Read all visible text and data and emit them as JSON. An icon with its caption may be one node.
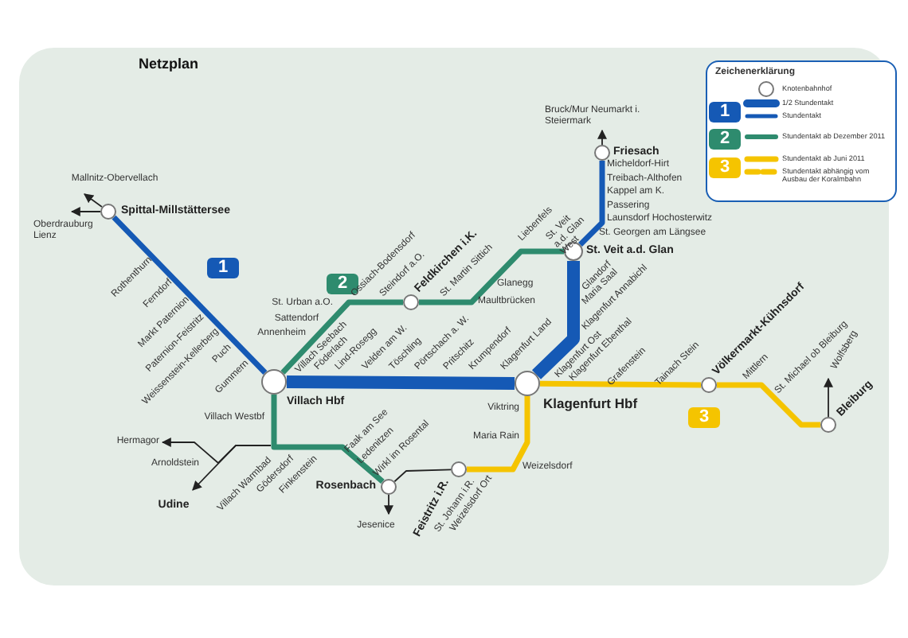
{
  "diagram": {
    "title": "Netzplan",
    "nodes": [
      {
        "text": [
          "Spittal-Millstättersee"
        ]
      },
      {
        "text": [
          "Villach Hbf"
        ]
      },
      {
        "text": [
          "Feldkirchen i.K."
        ]
      },
      {
        "text": [
          "St. Veit a.d. Glan"
        ]
      },
      {
        "text": [
          "Friesach"
        ]
      },
      {
        "text": [
          "Klagenfurt Hbf"
        ]
      },
      {
        "text": [
          "Rosenbach"
        ]
      },
      {
        "text": [
          "Feistritz i.R."
        ]
      },
      {
        "text": [
          "Völkermarkt-Kühnsdorf"
        ]
      },
      {
        "text": [
          "Bleiburg"
        ]
      },
      {
        "text": [
          "Mallnitz-Obervellach"
        ]
      },
      {
        "text": [
          "Oberdrauburg Lienz"
        ]
      },
      {
        "text": [
          "Bruck/Mur Neumarkt i. Steiermark"
        ]
      },
      {
        "text": [
          "Hermagor"
        ]
      },
      {
        "text": [
          "Udine"
        ]
      },
      {
        "text": [
          "Jesenice"
        ]
      },
      {
        "text": [
          "Wolfsberg"
        ]
      },
      {
        "text": [
          "Villach Warmbad"
        ]
      }
    ],
    "edges": [
      {
        "from": 0,
        "to": 1,
        "arrow": "none",
        "color": "#1559b5"
      },
      {
        "from": 1,
        "to": 5,
        "arrow": "none",
        "style": "thick",
        "color": "#1559b5"
      },
      {
        "from": 5,
        "to": 3,
        "arrow": "none",
        "style": "thick",
        "color": "#1559b5"
      },
      {
        "from": 3,
        "to": 4,
        "arrow": "none",
        "color": "#1559b5"
      },
      {
        "from": 1,
        "to": 2,
        "arrow": "none",
        "color": "#2e8b6e"
      },
      {
        "from": 2,
        "to": 3,
        "arrow": "none",
        "color": "#2e8b6e"
      },
      {
        "from": 1,
        "to": 6,
        "arrow": "none",
        "color": "#2e8b6e"
      },
      {
        "from": 5,
        "to": 8,
        "arrow": "none",
        "color": "#f5c400"
      },
      {
        "from": 8,
        "to": 9,
        "arrow": "none",
        "color": "#f5c400"
      },
      {
        "from": 5,
        "to": 7,
        "arrow": "none",
        "color": "#f5c400"
      },
      {
        "from": 6,
        "to": 7,
        "arrow": "none"
      },
      {
        "from": 0,
        "to": 10,
        "arrow": "to"
      },
      {
        "from": 0,
        "to": 11,
        "arrow": "to"
      },
      {
        "from": 4,
        "to": 12,
        "arrow": "to"
      },
      {
        "from": 17,
        "to": 13,
        "arrow": "to"
      },
      {
        "from": 17,
        "to": 14,
        "arrow": "to"
      },
      {
        "from": 6,
        "to": 15,
        "arrow": "to"
      },
      {
        "from": 9,
        "to": 16,
        "arrow": "to"
      }
    ],
    "labels": [
      "Zeichenerklärung",
      "1",
      "2",
      "3",
      "1",
      "2",
      "3",
      "Micheldorf-Hirt",
      "Treibach-Althofen",
      "Kappel am K.",
      "Passering",
      "Launsdorf Hochosterwitz",
      "St. Georgen am Längsee",
      "Rothenthurn",
      "Ferndorf",
      "Markt Paternion",
      "Paternion-Feistritz",
      "Weissenstein-Kellerberg",
      "Puch",
      "Gummern",
      "St. Urban a.O.",
      "Sattendorf",
      "Annenheim",
      "Ossiach-Bodensdorf",
      "Steindorf a.O.",
      "St. Martin Sittich",
      "Liebenfels",
      "St. Veit a.d. Glan West",
      "Glanegg",
      "Maultbrücken",
      "Glandorf",
      "Maria Saal",
      "Klagenfurt Annabichl",
      "Villach Seebach",
      "Föderlach",
      "Lind-Rosegg",
      "Velden am W.",
      "Töschling",
      "Pörtschach a. W.",
      "Pritschitz",
      "Krumpendorf",
      "Klagenfurt Land",
      "Klagenfurt Ost",
      "Klagenfurt Ebenthal",
      "Grafenstein",
      "Tainach Stein",
      "Mittlern",
      "St. Michael ob Bleiburg",
      "Villach Westbf",
      "Viktring",
      "Maria Rain",
      "Faak am See",
      "Ledenitzen",
      "Wirkl im Rosental",
      "Weizelsdorf",
      "Arnoldstein",
      "Gödersdorf",
      "Finkenstein",
      "St. Johann i.R.",
      "Weizelsdorf Ort"
    ],
    "legend": [
      {
        "text": "Knotenbahnhof"
      },
      {
        "text": "1/2 Stundentakt"
      },
      {
        "text": "Stundentakt"
      },
      {
        "text": "Stundentakt ab Dezember 2011"
      },
      {
        "text": "Stundentakt ab Juni 2011"
      },
      {
        "text": "Stundentakt abhängig vom Ausbau der Koralmbahn"
      }
    ]
  }
}
